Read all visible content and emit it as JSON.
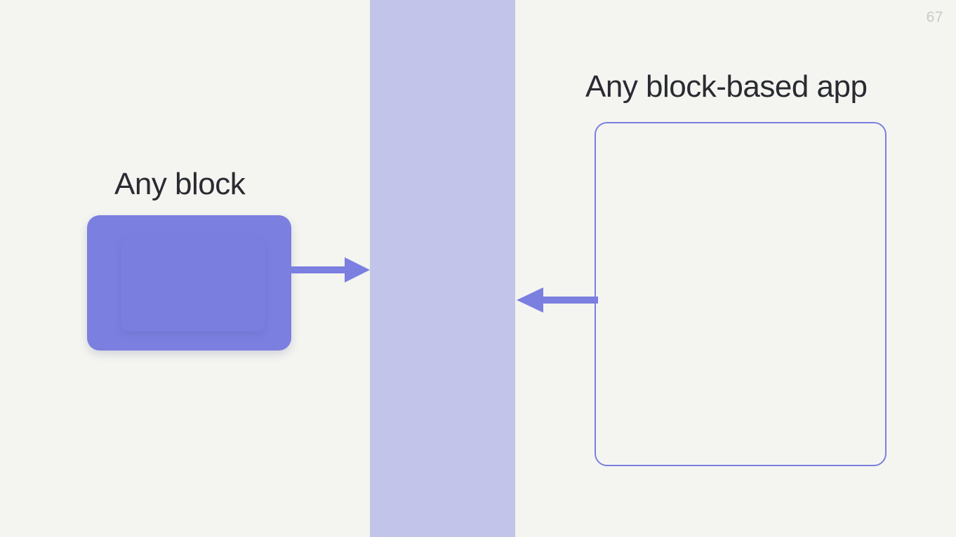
{
  "slide": {
    "page_number": "67",
    "background_color": "#f4f5f0",
    "accent_color": "#7b7fe0",
    "band_color": "#c2c4ea",
    "text_color": "#2a2b32",
    "page_number_color": "#c9cac4"
  },
  "left": {
    "heading": "Any block",
    "block_label": "block-shape",
    "arrow_label": "arrow-right"
  },
  "right": {
    "heading": "Any block-based app",
    "frame_label": "app-frame-outline",
    "arrow_label": "arrow-left"
  },
  "center": {
    "band_label": "center-band"
  }
}
